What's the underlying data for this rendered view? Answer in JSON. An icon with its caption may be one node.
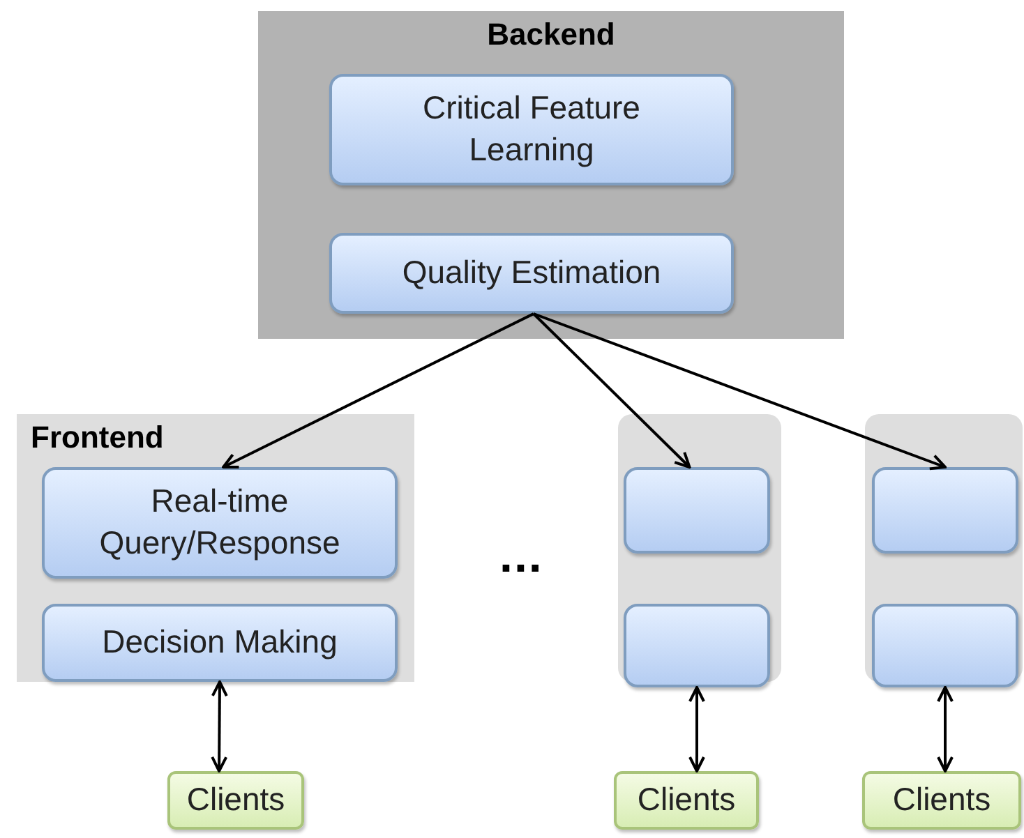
{
  "diagram": {
    "nodes": [
      {
        "text": [
          "Backend"
        ]
      },
      {
        "text": [
          "Critical Feature Learning"
        ],
        "in": 0
      },
      {
        "text": [
          "Quality Estimation"
        ],
        "in": 0
      },
      {
        "text": [
          "Frontend"
        ]
      },
      {
        "text": [
          "Real-time Query/Response"
        ],
        "in": 3
      },
      {
        "text": [
          "Decision Making"
        ],
        "in": 3
      },
      {
        "text": [],
        "shape": "box"
      },
      {
        "text": [],
        "shape": "box",
        "in": 6
      },
      {
        "text": [],
        "shape": "box",
        "in": 6
      },
      {
        "text": [],
        "shape": "box"
      },
      {
        "text": [],
        "shape": "box",
        "in": 9
      },
      {
        "text": [],
        "shape": "box",
        "in": 9
      },
      {
        "text": [
          "Clients"
        ]
      },
      {
        "text": [
          "Clients"
        ]
      },
      {
        "text": [
          "Clients"
        ]
      }
    ],
    "edges": [
      {
        "from": 2,
        "to": 4,
        "arrow": "to"
      },
      {
        "from": 2,
        "to": 7,
        "arrow": "to"
      },
      {
        "from": 2,
        "to": 10,
        "arrow": "to"
      },
      {
        "from": 5,
        "to": 12,
        "arrow": "both"
      },
      {
        "from": 8,
        "to": 13,
        "arrow": "both"
      },
      {
        "from": 11,
        "to": 14,
        "arrow": "both"
      }
    ],
    "labels": [
      "..."
    ]
  }
}
